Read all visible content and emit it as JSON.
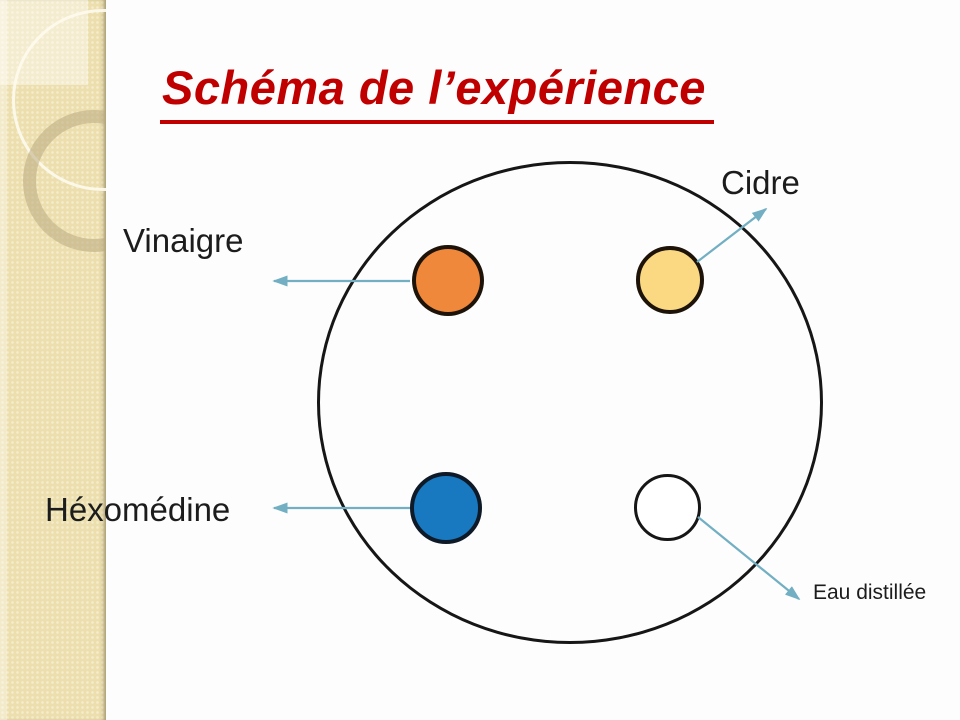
{
  "slide": {
    "title": "Schéma de l’expérience"
  },
  "theme": {
    "title_color": "#C00000",
    "sidebar_color": "#ECDFAD",
    "arrow_color": "#72AFC3",
    "text_color": "#1C1C1C",
    "dish_outline_color": "#161616"
  },
  "diagram": {
    "type": "petri-dish-schematic",
    "labels": {
      "vinaigre": "Vinaigre",
      "cidre": "Cidre",
      "hexomedine": "Héxomédine",
      "eau_distillee": "Eau distillée"
    },
    "spots": [
      {
        "name": "vinaigre",
        "fill": "#F0883B",
        "position": "top-left"
      },
      {
        "name": "cidre",
        "fill": "#FAD982",
        "position": "top-right"
      },
      {
        "name": "hexomedine",
        "fill": "#1879C0",
        "position": "bottom-left"
      },
      {
        "name": "eau-distillee",
        "fill": "#FFFFFF",
        "position": "bottom-right"
      }
    ]
  }
}
